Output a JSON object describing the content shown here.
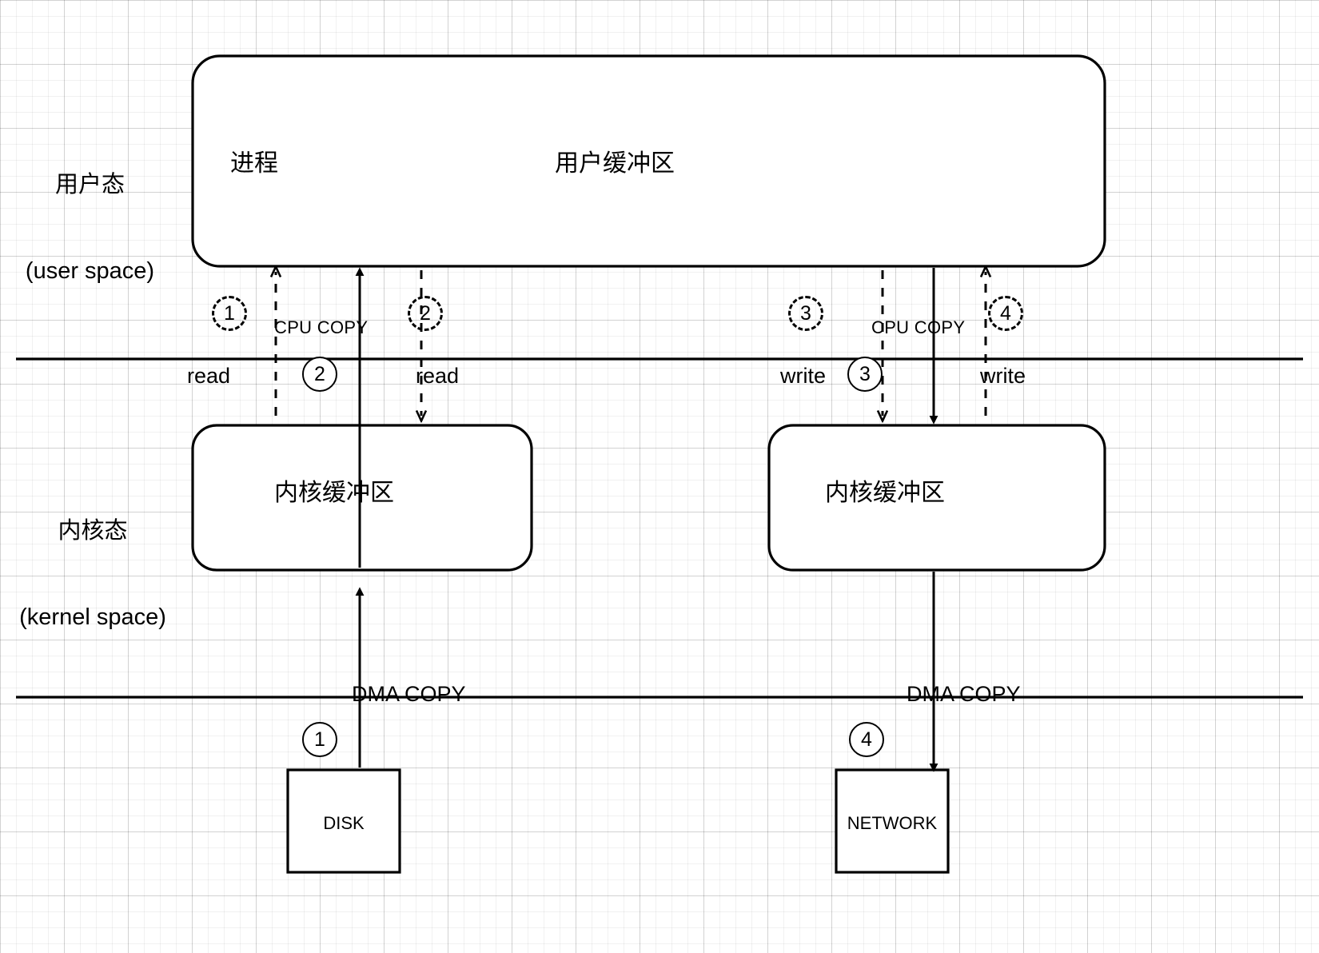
{
  "diagram": {
    "title": "traditional IO copy flow",
    "layers": [
      {
        "id": "user",
        "zh": "用户态",
        "en": "(user space)"
      },
      {
        "id": "kernel",
        "zh": "内核态",
        "en": "(kernel space)"
      }
    ],
    "boxes": {
      "user_space": {
        "process": "进程",
        "buffer": "用户缓冲区"
      },
      "kernel_left": {
        "label": "内核缓冲区"
      },
      "kernel_right": {
        "label": "内核缓冲区"
      },
      "disk": {
        "label": "DISK"
      },
      "network": {
        "label": "NETWORK"
      }
    },
    "edges": {
      "read_left": "read",
      "read_right": "read",
      "write_left": "write",
      "write_right": "write",
      "cpu_copy_left": "CPU COPY",
      "cpu_copy_right": "CPU COPY",
      "dma_copy_left": "DMA COPY",
      "dma_copy_right": "DMA COPY"
    },
    "badges": {
      "dashed": [
        "1",
        "2",
        "3",
        "4"
      ],
      "solid_cpu_left": "2",
      "solid_cpu_right": "3",
      "solid_dma_left": "1",
      "solid_dma_right": "4"
    },
    "colors": {
      "stroke": "#000000",
      "grid_minor": "rgba(0,0,0,0.055)",
      "grid_major": "rgba(0,0,0,0.13)",
      "fill": "#ffffff"
    }
  }
}
